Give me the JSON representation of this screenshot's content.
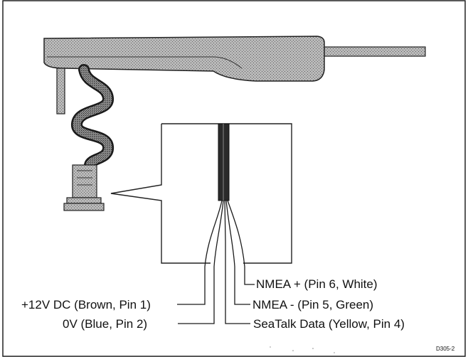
{
  "labels": {
    "nmea_plus": "NMEA + (Pin 6, White)",
    "plus12v": "+12V DC (Brown, Pin 1)",
    "nmea_minus": "NMEA -  (Pin 5, Green)",
    "zero_v": "0V (Blue, Pin 2)",
    "seatalk": "SeaTalk Data (Yellow, Pin 4)"
  },
  "drawing_code": "D305-2"
}
